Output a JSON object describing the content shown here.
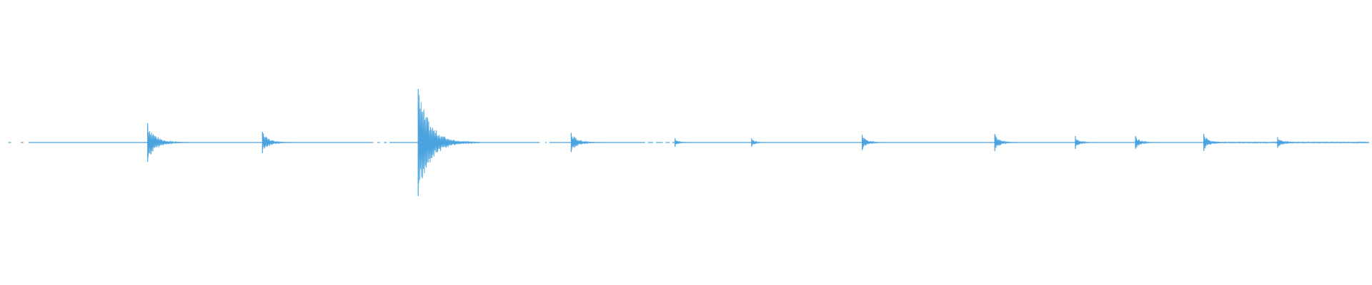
{
  "waveform": {
    "color": "#4aa3df",
    "background": "#ffffff",
    "amplitude_range": [
      -1,
      1
    ],
    "duration_fraction": [
      0,
      1
    ],
    "transients": [
      {
        "t": 0.106,
        "peak": 0.18,
        "decay": 0.01
      },
      {
        "t": 0.19,
        "peak": 0.1,
        "decay": 0.008
      },
      {
        "t": 0.304,
        "peak": 0.5,
        "decay": 0.015
      },
      {
        "t": 0.416,
        "peak": 0.09,
        "decay": 0.008
      },
      {
        "t": 0.492,
        "peak": 0.04,
        "decay": 0.004
      },
      {
        "t": 0.548,
        "peak": 0.04,
        "decay": 0.004
      },
      {
        "t": 0.629,
        "peak": 0.07,
        "decay": 0.006
      },
      {
        "t": 0.726,
        "peak": 0.08,
        "decay": 0.006
      },
      {
        "t": 0.785,
        "peak": 0.06,
        "decay": 0.005
      },
      {
        "t": 0.829,
        "peak": 0.06,
        "decay": 0.006
      },
      {
        "t": 0.879,
        "peak": 0.08,
        "decay": 0.006
      },
      {
        "t": 0.933,
        "peak": 0.05,
        "decay": 0.006
      }
    ],
    "quiet_gaps": [
      [
        0.0,
        0.004
      ],
      [
        0.006,
        0.013
      ],
      [
        0.015,
        0.019
      ],
      [
        0.271,
        0.274
      ],
      [
        0.276,
        0.279
      ],
      [
        0.281,
        0.283
      ],
      [
        0.333,
        0.335
      ],
      [
        0.393,
        0.397
      ],
      [
        0.398,
        0.4
      ],
      [
        0.47,
        0.472
      ],
      [
        0.476,
        0.478
      ],
      [
        0.483,
        0.485
      ],
      [
        0.488,
        0.49
      ]
    ],
    "tail_noise": {
      "start": 0.88,
      "end": 1.0,
      "level": 0.006
    }
  }
}
